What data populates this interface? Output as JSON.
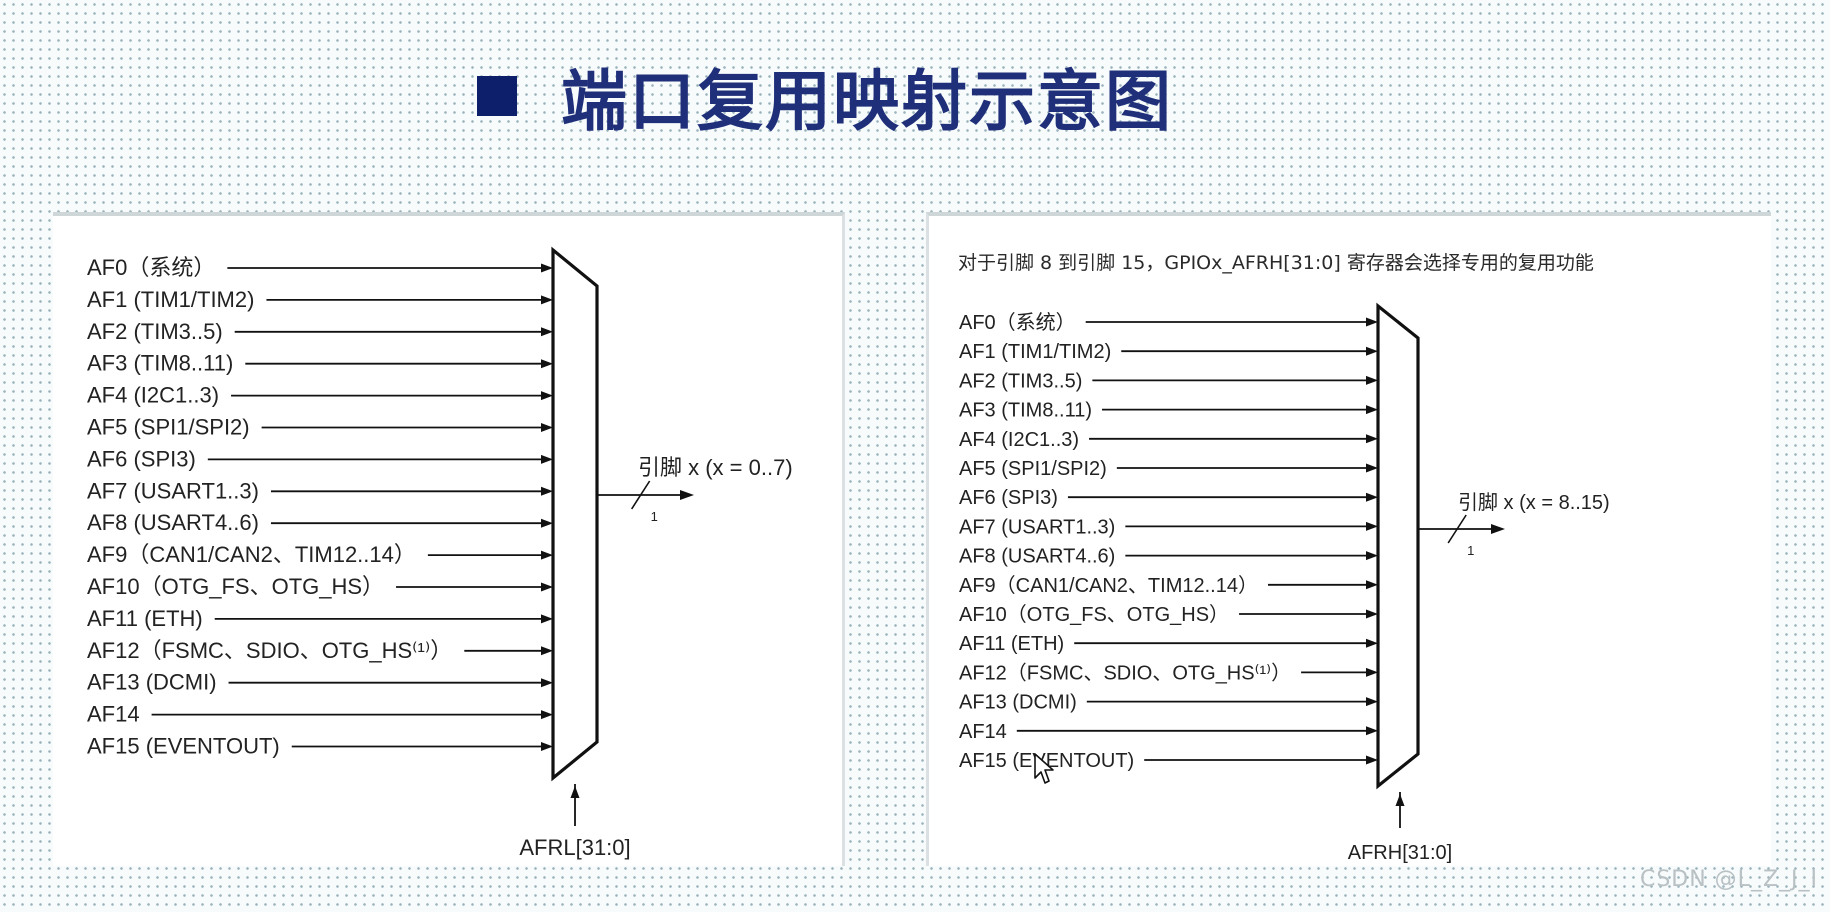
{
  "slide": {
    "title": "端口复用映射示意图"
  },
  "left_diagram": {
    "inputs": [
      "AF0（系统）",
      "AF1 (TIM1/TIM2)",
      "AF2 (TIM3..5)",
      "AF3 (TIM8..11)",
      "AF4 (I2C1..3)",
      "AF5 (SPI1/SPI2)",
      "AF6 (SPI3)",
      "AF7 (USART1..3)",
      "AF8 (USART4..6)",
      "AF9（CAN1/CAN2、TIM12..14）",
      "AF10（OTG_FS、OTG_HS）",
      "AF11 (ETH)",
      "AF12（FSMC、SDIO、OTG_HS⁽¹⁾）",
      "AF13 (DCMI)",
      "AF14",
      "AF15 (EVENTOUT)"
    ],
    "output_label": "引脚 x (x = 0..7)",
    "bus_width": "1",
    "select_label": "AFRL[31:0]"
  },
  "right_diagram": {
    "caption": "对于引脚 8 到引脚 15，GPIOx_AFRH[31:0] 寄存器会选择专用的复用功能",
    "inputs": [
      "AF0（系统）",
      "AF1 (TIM1/TIM2)",
      "AF2 (TIM3..5)",
      "AF3 (TIM8..11)",
      "AF4 (I2C1..3)",
      "AF5 (SPI1/SPI2)",
      "AF6 (SPI3)",
      "AF7 (USART1..3)",
      "AF8 (USART4..6)",
      "AF9（CAN1/CAN2、TIM12..14）",
      "AF10（OTG_FS、OTG_HS）",
      "AF11 (ETH)",
      "AF12（FSMC、SDIO、OTG_HS⁽¹⁾）",
      "AF13 (DCMI)",
      "AF14",
      "AF15 (EVENTOUT)"
    ],
    "output_label": "引脚 x (x = 8..15)",
    "bus_width": "1",
    "select_label": "AFRH[31:0]"
  },
  "watermark": "CSDN @L_Z_J_I",
  "colors": {
    "title": "#1f2f7a",
    "bullet": "#0d1f6b",
    "line": "#111111"
  }
}
